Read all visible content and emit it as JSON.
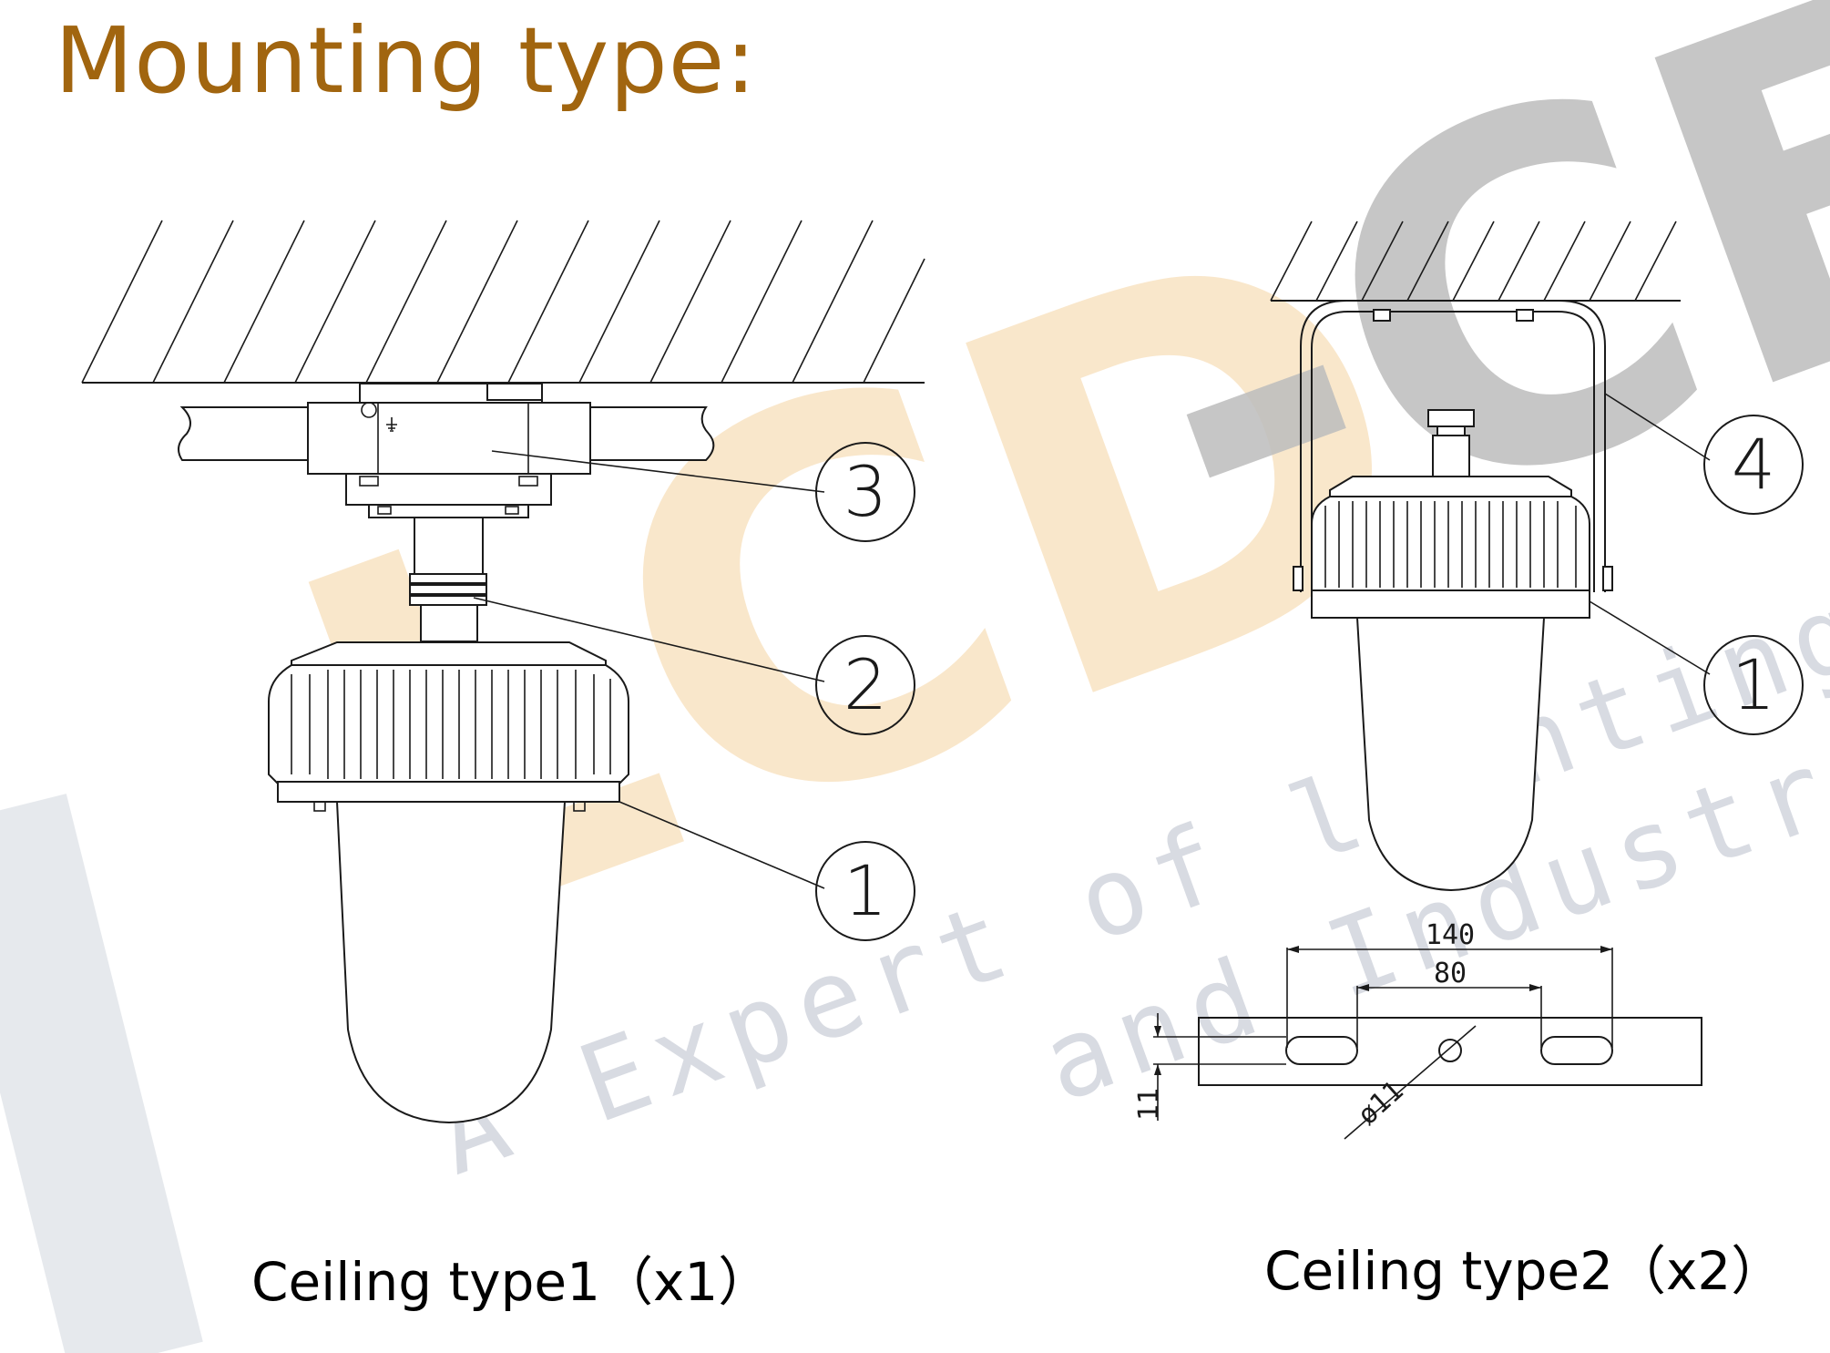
{
  "title": "Mounting type:",
  "captions": {
    "type1": "Ceiling type1（x1）",
    "type2": "Ceiling type2（x2）"
  },
  "callouts": {
    "type1": [
      "3",
      "2",
      "1"
    ],
    "type2": [
      "4",
      "1"
    ]
  },
  "dimensions": {
    "outer_spacing": "140",
    "inner_spacing": "80",
    "hole_diameter": "ø11",
    "slot_height": "11"
  },
  "watermark": {
    "logo": "LCD-CE",
    "tagline_1": "A Expert of lighting for n",
    "tagline_2": "and Industrial"
  },
  "colors": {
    "title": "#a1650f",
    "watermark_orange": "#f9e3c3",
    "watermark_gray": "#bdbdbd",
    "line": "#1a1a1a"
  }
}
